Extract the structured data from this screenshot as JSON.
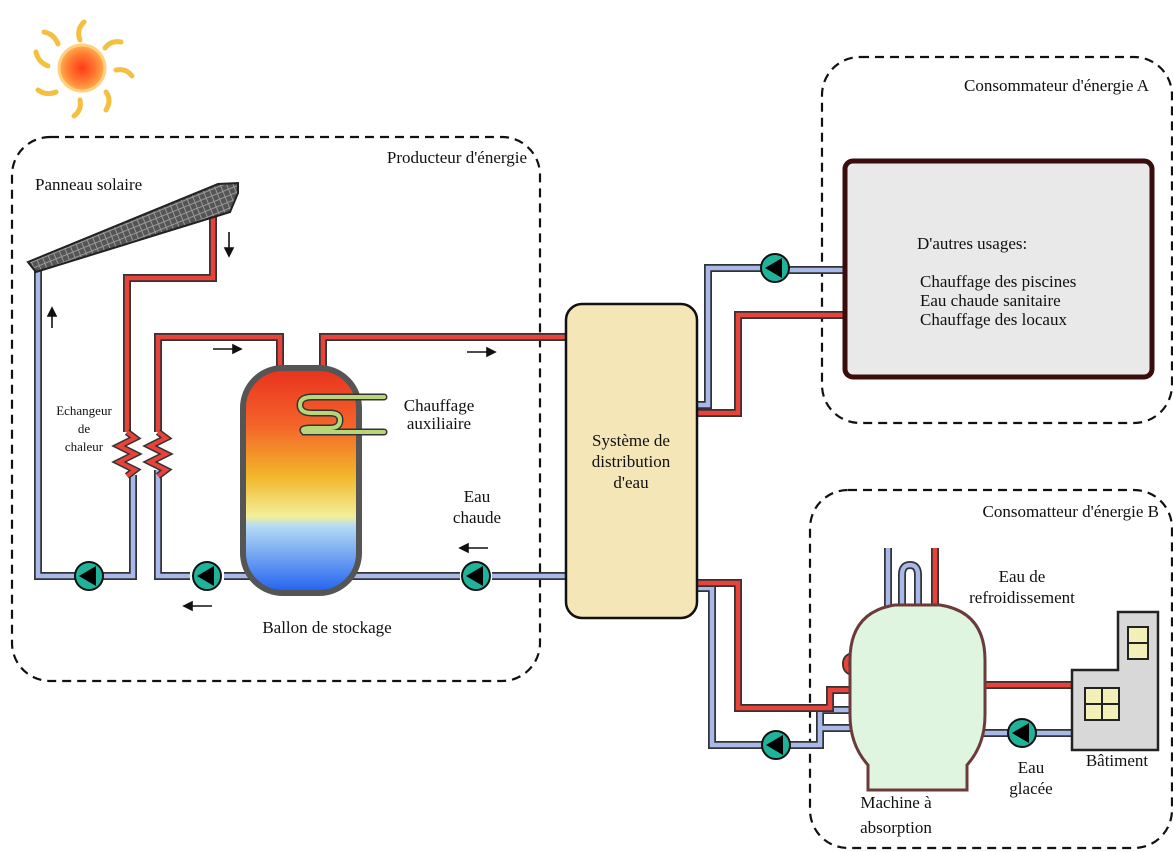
{
  "producer": {
    "title": "Producteur d'énergie"
  },
  "solar_panel": {
    "label": "Panneau solaire"
  },
  "heat_exchanger": {
    "line1": "Echangeur",
    "line2": "de",
    "line3": "chaleur"
  },
  "auxiliary_heating": {
    "line1": "Chauffage",
    "line2": "auxiliaire"
  },
  "storage_tank": {
    "label": "Ballon de stockage"
  },
  "hot_water": {
    "line1": "Eau",
    "line2": "chaude"
  },
  "distribution": {
    "line1": "Système de",
    "line2": "distribution",
    "line3": "d'eau"
  },
  "consumer_a": {
    "title": "Consommateur d'énergie A",
    "heading": "D'autres usages:",
    "uses": [
      "Chauffage des piscines",
      "Eau chaude sanitaire",
      "Chauffage des locaux"
    ]
  },
  "consumer_b": {
    "title": "Consomatteur d'énergie B",
    "cooling_water": {
      "line1": "Eau de",
      "line2": "refroidissement"
    },
    "absorption": {
      "line1": "Machine à",
      "line2": "absorption"
    },
    "chilled_water": {
      "line1": "Eau",
      "line2": "glacée"
    },
    "building": "Bâtiment"
  },
  "colors": {
    "hot_pipe": "#e8423a",
    "cold_pipe": "#a8b8e8",
    "pump": "#1fb39a",
    "distribution_fill": "#f5e6b8",
    "consumer_a_fill": "#e9e9e9",
    "absorption_fill": "#dff5df",
    "building_fill": "#d8d8d8"
  }
}
